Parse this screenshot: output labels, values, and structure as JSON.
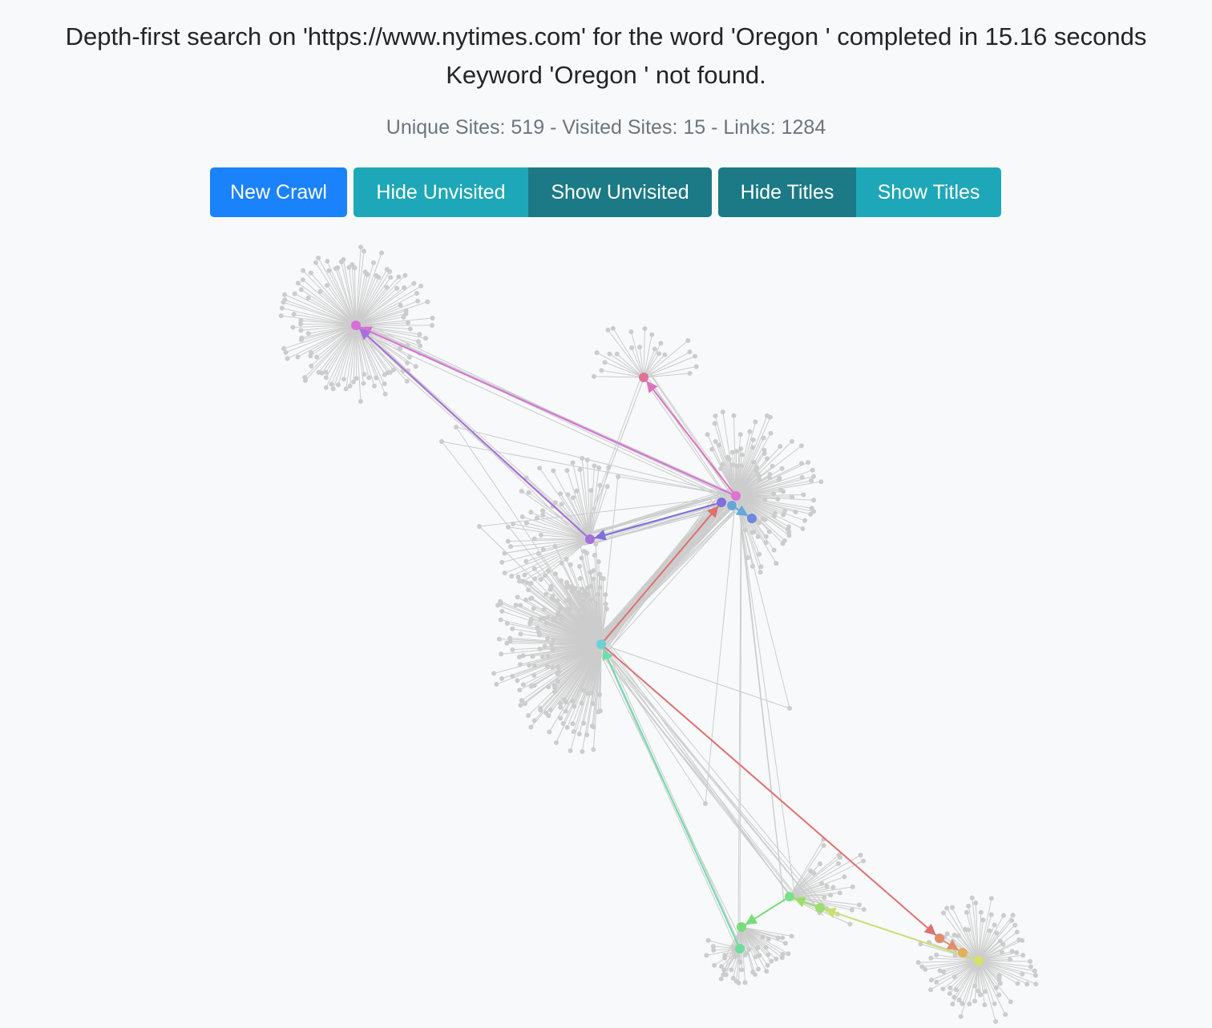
{
  "summary": {
    "line1": "Depth-first search on 'https://www.nytimes.com' for the word 'Oregon ' completed in 15.16 seconds",
    "line2": "Keyword 'Oregon ' not found."
  },
  "stats": "Unique Sites: 519 - Visited Sites: 15 - Links: 1284",
  "buttons": {
    "new_crawl": "New Crawl",
    "hide_unvisited": "Hide Unvisited",
    "show_unvisited": "Show Unvisited",
    "hide_titles": "Hide Titles",
    "show_titles": "Show Titles"
  },
  "colors": {
    "primary": "#1a82fb",
    "info": "#1ea7b8",
    "info_active": "#1b7a86",
    "unvisited": "#cccccc"
  },
  "graph": {
    "visited_nodes": [
      {
        "id": "n1",
        "color": "#d86fd8"
      },
      {
        "id": "n2",
        "color": "#e0729a"
      },
      {
        "id": "n3",
        "color": "#a66fdc"
      },
      {
        "id": "n4",
        "color": "#7e6fdc"
      },
      {
        "id": "n5",
        "color": "#df72d2"
      },
      {
        "id": "n6",
        "color": "#67a6d8"
      },
      {
        "id": "n7",
        "color": "#6f88dc"
      },
      {
        "id": "n8",
        "color": "#6dd0d6"
      },
      {
        "id": "n9",
        "color": "#7ce08a"
      },
      {
        "id": "n10",
        "color": "#78dc7a"
      },
      {
        "id": "n11",
        "color": "#6fdc9c"
      },
      {
        "id": "n12",
        "color": "#9ddc6e"
      },
      {
        "id": "n13",
        "color": "#e08c6c"
      },
      {
        "id": "n14",
        "color": "#e0b05c"
      },
      {
        "id": "n15",
        "color": "#d6e06a"
      }
    ],
    "path_edges": [
      {
        "from": "n5",
        "to": "n1",
        "color": "#d86fd8"
      },
      {
        "from": "n5",
        "to": "n2",
        "color": "#df72c0"
      },
      {
        "from": "n3",
        "to": "n1",
        "color": "#a66fdc"
      },
      {
        "from": "n4",
        "to": "n3",
        "color": "#7e6fdc"
      },
      {
        "from": "n6",
        "to": "n7",
        "color": "#67a6d8"
      },
      {
        "from": "n8",
        "to": "n4",
        "color": "#e07070"
      },
      {
        "from": "n11",
        "to": "n8",
        "color": "#6fdcb0"
      },
      {
        "from": "n8",
        "to": "n13",
        "color": "#e07070"
      },
      {
        "from": "n9",
        "to": "n10",
        "color": "#78dc7a"
      },
      {
        "from": "n12",
        "to": "n9",
        "color": "#9ddc6e"
      },
      {
        "from": "n15",
        "to": "n12",
        "color": "#c8e070"
      },
      {
        "from": "n13",
        "to": "n14",
        "color": "#e0906c"
      }
    ]
  }
}
